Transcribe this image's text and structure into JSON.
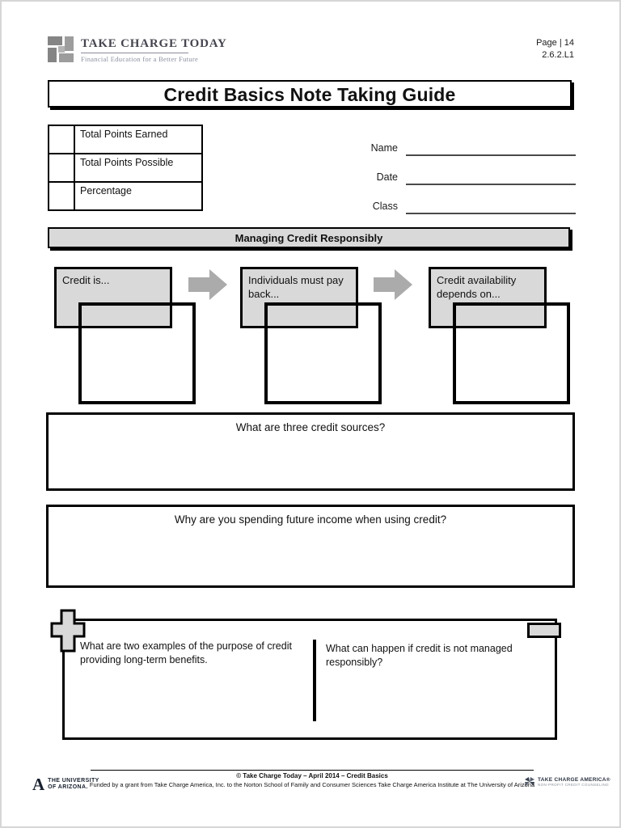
{
  "brand": {
    "name": "TAKE CHARGE TODAY",
    "tagline": "Financial Education for a Better Future"
  },
  "page_info": {
    "page": "Page | 14",
    "code": "2.6.2.L1"
  },
  "title": "Credit Basics Note Taking Guide",
  "score_table": {
    "rows": [
      "Total Points Earned",
      "Total Points Possible",
      "Percentage"
    ]
  },
  "student_fields": [
    {
      "label": "Name",
      "value": ""
    },
    {
      "label": "Date",
      "value": ""
    },
    {
      "label": "Class",
      "value": ""
    }
  ],
  "section_header": "Managing Credit Responsibly",
  "flow_boxes": [
    {
      "label": "Credit is..."
    },
    {
      "label": "Individuals must pay back..."
    },
    {
      "label": "Credit availability depends on..."
    }
  ],
  "questions": {
    "sources": "What are three credit sources?",
    "future_income": "Why are you spending future income when using credit?",
    "benefits": "What are two examples of the purpose of credit providing long-term benefits.",
    "mismanaged": "What can happen if credit is not managed responsibly?"
  },
  "footer": {
    "copyright": "© Take Charge Today – April 2014 – Credit Basics",
    "funding": "Funded by a grant from Take Charge America, Inc. to the Norton School of Family and Consumer Sciences Take Charge America Institute at The University of Arizona",
    "university": {
      "line1": "THE UNIVERSITY",
      "line2": "OF ARIZONA."
    },
    "tca": {
      "name": "TAKE CHARGE AMERICA®",
      "tagline": "NON-PROFIT CREDIT COUNSELING"
    }
  },
  "colors": {
    "box_gray": "#d9d9d9",
    "arrow_gray": "#ababab",
    "border_black": "#000000"
  }
}
